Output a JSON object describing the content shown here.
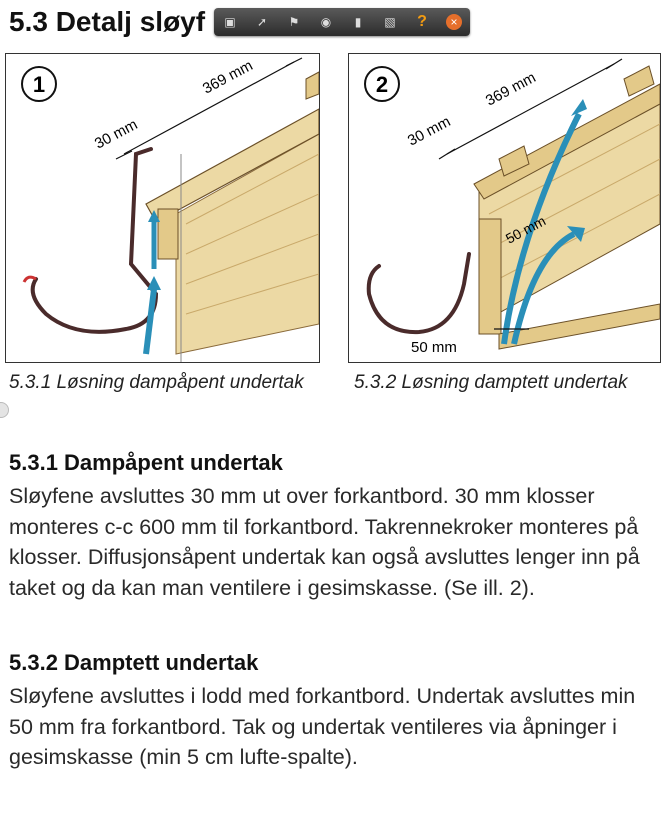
{
  "heading": "5.3 Detalj sløyf",
  "toolbar": {
    "icons": [
      "page-icon",
      "cursor-icon",
      "bookmark-icon",
      "binoculars-icon",
      "note-icon",
      "document-icon",
      "help-icon",
      "close-icon"
    ],
    "help_label": "?",
    "close_label": "×"
  },
  "figures": [
    {
      "number": "1",
      "dim_top": "369 mm",
      "dim_side": "30 mm",
      "caption": "5.3.1 Løsning dampåpent undertak"
    },
    {
      "number": "2",
      "dim_top": "369 mm",
      "dim_side": "30 mm",
      "dim_inner": "50 mm",
      "dim_bottom": "50 mm",
      "caption": "5.3.2 Løsning damptett undertak"
    }
  ],
  "sections": [
    {
      "title": "5.3.1 Dampåpent undertak",
      "body": "Sløyfene avsluttes 30 mm ut over forkantbord. 30 mm klosser monteres c-c 600 mm til forkantbord. Takrennekroker monteres på klosser. Diffusjonsåpent undertak kan også avsluttes lenger inn på taket og da kan man ventilere i gesimskasse. (Se ill. 2)."
    },
    {
      "title": "5.3.2 Damptett undertak",
      "body": "Sløyfene avsluttes i lodd med forkantbord. Undertak avsluttes min 50 mm fra forkantbord. Tak og undertak ventileres via åpninger i gesimskasse (min 5 cm lufte-spalte)."
    }
  ],
  "colors": {
    "wood": "#ecd9a4",
    "wood_grain": "#c9a96a",
    "arrow": "#2a8fb8",
    "gutter": "#4a2b2b",
    "text": "#2a2a2a"
  }
}
